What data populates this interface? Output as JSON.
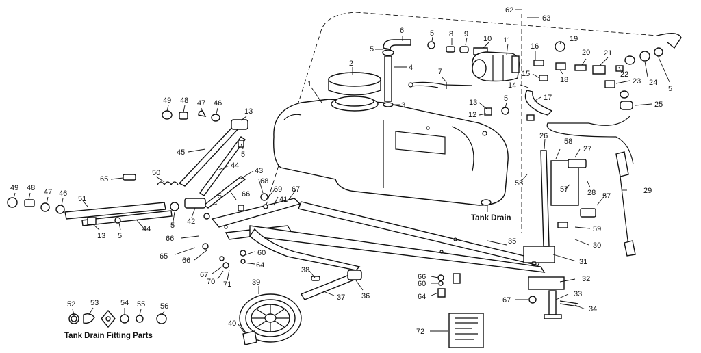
{
  "diagram": {
    "captions": {
      "tank_drain": "Tank Drain",
      "tank_drain_fitting_parts": "Tank Drain Fitting Parts"
    },
    "callouts": [
      {
        "id": "c1",
        "label": "1"
      },
      {
        "id": "c2",
        "label": "2"
      },
      {
        "id": "c3",
        "label": "3"
      },
      {
        "id": "c4",
        "label": "4"
      },
      {
        "id": "c5a",
        "label": "5"
      },
      {
        "id": "c6",
        "label": "6"
      },
      {
        "id": "c5b",
        "label": "5"
      },
      {
        "id": "c7",
        "label": "7"
      },
      {
        "id": "c8",
        "label": "8"
      },
      {
        "id": "c9",
        "label": "9"
      },
      {
        "id": "c10",
        "label": "10"
      },
      {
        "id": "c11",
        "label": "11"
      },
      {
        "id": "c62",
        "label": "62"
      },
      {
        "id": "c63",
        "label": "63"
      },
      {
        "id": "c16",
        "label": "16"
      },
      {
        "id": "c19",
        "label": "19"
      },
      {
        "id": "c20",
        "label": "20"
      },
      {
        "id": "c21",
        "label": "21"
      },
      {
        "id": "c22",
        "label": "22"
      },
      {
        "id": "c23",
        "label": "23"
      },
      {
        "id": "c24",
        "label": "24"
      },
      {
        "id": "c5c",
        "label": "5"
      },
      {
        "id": "c25",
        "label": "25"
      },
      {
        "id": "c15",
        "label": "15"
      },
      {
        "id": "c18",
        "label": "18"
      },
      {
        "id": "c14",
        "label": "14"
      },
      {
        "id": "c17",
        "label": "17"
      },
      {
        "id": "c13a",
        "label": "13"
      },
      {
        "id": "c5d",
        "label": "5"
      },
      {
        "id": "c12",
        "label": "12"
      },
      {
        "id": "c49a",
        "label": "49"
      },
      {
        "id": "c48a",
        "label": "48"
      },
      {
        "id": "c47a",
        "label": "47"
      },
      {
        "id": "c46a",
        "label": "46"
      },
      {
        "id": "c13b",
        "label": "13"
      },
      {
        "id": "c5e",
        "label": "5"
      },
      {
        "id": "c45",
        "label": "45"
      },
      {
        "id": "c44a",
        "label": "44"
      },
      {
        "id": "c43",
        "label": "43"
      },
      {
        "id": "c50",
        "label": "50"
      },
      {
        "id": "c65a",
        "label": "65"
      },
      {
        "id": "c49b",
        "label": "49"
      },
      {
        "id": "c48b",
        "label": "48"
      },
      {
        "id": "c47b",
        "label": "47"
      },
      {
        "id": "c46b",
        "label": "46"
      },
      {
        "id": "c51",
        "label": "51"
      },
      {
        "id": "c13c",
        "label": "13"
      },
      {
        "id": "c5f",
        "label": "5"
      },
      {
        "id": "c44b",
        "label": "44"
      },
      {
        "id": "c5g",
        "label": "5"
      },
      {
        "id": "c42",
        "label": "42"
      },
      {
        "id": "c5h",
        "label": "5"
      },
      {
        "id": "c66a",
        "label": "66"
      },
      {
        "id": "c68",
        "label": "68"
      },
      {
        "id": "c69",
        "label": "69"
      },
      {
        "id": "c67a",
        "label": "67"
      },
      {
        "id": "c41",
        "label": "41"
      },
      {
        "id": "c66b",
        "label": "66"
      },
      {
        "id": "c65b",
        "label": "65"
      },
      {
        "id": "c66c",
        "label": "66"
      },
      {
        "id": "c60a",
        "label": "60"
      },
      {
        "id": "c64a",
        "label": "64"
      },
      {
        "id": "c67b",
        "label": "67"
      },
      {
        "id": "c70",
        "label": "70"
      },
      {
        "id": "c71",
        "label": "71"
      },
      {
        "id": "c26",
        "label": "26"
      },
      {
        "id": "c58a",
        "label": "58"
      },
      {
        "id": "c27",
        "label": "27"
      },
      {
        "id": "c58b",
        "label": "58"
      },
      {
        "id": "c57a",
        "label": "57"
      },
      {
        "id": "c28",
        "label": "28"
      },
      {
        "id": "c57b",
        "label": "57"
      },
      {
        "id": "c29",
        "label": "29"
      },
      {
        "id": "c59",
        "label": "59"
      },
      {
        "id": "c30",
        "label": "30"
      },
      {
        "id": "c35",
        "label": "35"
      },
      {
        "id": "c31",
        "label": "31"
      },
      {
        "id": "c32",
        "label": "32"
      },
      {
        "id": "c33",
        "label": "33"
      },
      {
        "id": "c34",
        "label": "34"
      },
      {
        "id": "c67c",
        "label": "67"
      },
      {
        "id": "c38",
        "label": "38"
      },
      {
        "id": "c66d",
        "label": "66"
      },
      {
        "id": "c60b",
        "label": "60"
      },
      {
        "id": "c64b",
        "label": "64"
      },
      {
        "id": "c36",
        "label": "36"
      },
      {
        "id": "c37",
        "label": "37"
      },
      {
        "id": "c39",
        "label": "39"
      },
      {
        "id": "c40",
        "label": "40"
      },
      {
        "id": "c52",
        "label": "52"
      },
      {
        "id": "c53",
        "label": "53"
      },
      {
        "id": "c54",
        "label": "54"
      },
      {
        "id": "c55",
        "label": "55"
      },
      {
        "id": "c56",
        "label": "56"
      },
      {
        "id": "c72",
        "label": "72"
      }
    ]
  }
}
